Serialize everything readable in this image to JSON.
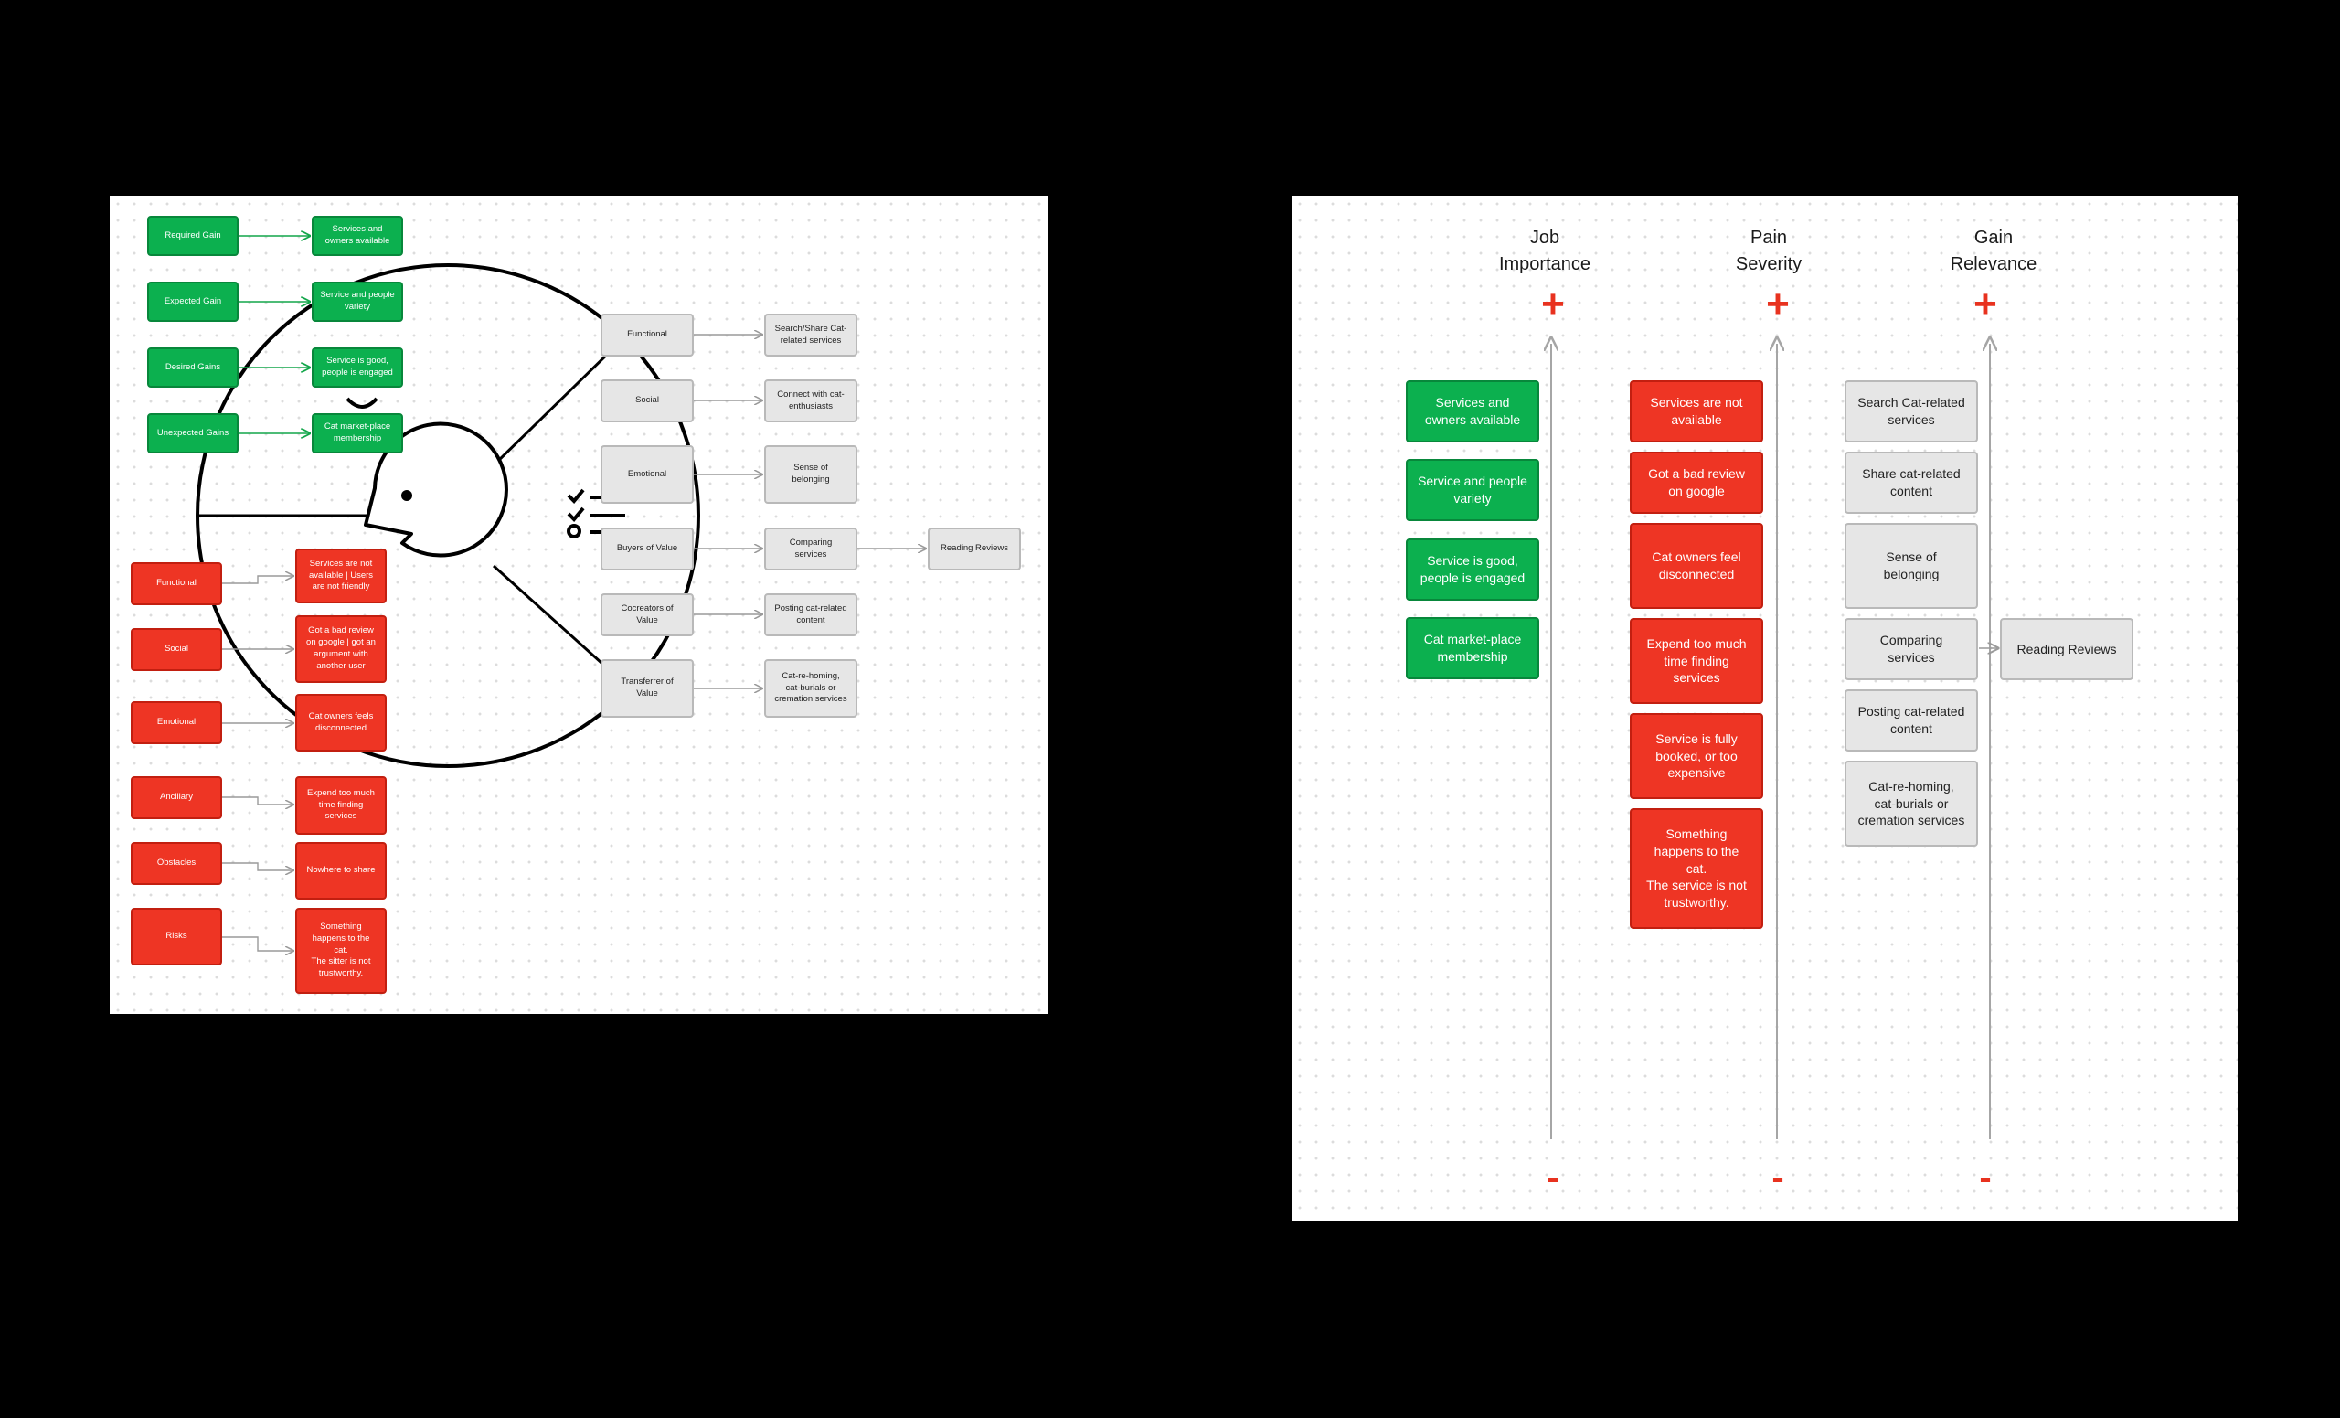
{
  "left_board": {
    "gains": [
      {
        "label": "Required Gain",
        "value": "Services and\nowners available"
      },
      {
        "label": "Expected Gain",
        "value": "Service and people\nvariety"
      },
      {
        "label": "Desired Gains",
        "value": "Service is good,\npeople is engaged"
      },
      {
        "label": "Unexpected Gains",
        "value": "Cat market-place\nmembership"
      }
    ],
    "pains": [
      {
        "label": "Functional",
        "value": "Services are not\navailable | Users\nare not friendly"
      },
      {
        "label": "Social",
        "value": "Got a bad review\non google | got an\nargument with\nanother user"
      },
      {
        "label": "Emotional",
        "value": "Cat owners feels\ndisconnected"
      },
      {
        "label": "Ancillary",
        "value": "Expend too much\ntime finding\nservices"
      },
      {
        "label": "Obstacles",
        "value": "Nowhere to share"
      },
      {
        "label": "Risks",
        "value": "Something\nhappens to the\ncat.\nThe sitter is not\ntrustworthy."
      }
    ],
    "jobs": [
      {
        "label": "Functional",
        "value": "Search/Share Cat-\nrelated services"
      },
      {
        "label": "Social",
        "value": "Connect with cat-\nenthusiasts"
      },
      {
        "label": "Emotional",
        "value": "Sense of\nbelonging"
      },
      {
        "label": "Buyers of Value",
        "value": "Comparing\nservices",
        "extra": "Reading Reviews"
      },
      {
        "label": "Cocreators of\nValue",
        "value": "Posting cat-related\ncontent"
      },
      {
        "label": "Transferrer of\nValue",
        "value": "Cat-re-homing,\ncat-burials or\ncremation services"
      }
    ]
  },
  "right_board": {
    "columns": [
      {
        "title": "Job\nImportance",
        "plus": "+",
        "minus": "-"
      },
      {
        "title": "Pain\nSeverity",
        "plus": "+",
        "minus": "-"
      },
      {
        "title": "Gain\nRelevance",
        "plus": "+",
        "minus": "-"
      }
    ],
    "job_cards": [
      "Services and\nowners available",
      "Service and people\nvariety",
      "Service is good,\npeople is engaged",
      "Cat market-place\nmembership"
    ],
    "pain_cards": [
      "Services are not\navailable",
      "Got a bad review\non google",
      "Cat owners feel\ndisconnected",
      "Expend too much\ntime finding\nservices",
      "Service is fully\nbooked, or too\nexpensive",
      "Something\nhappens to the\ncat.\nThe service is not\ntrustworthy."
    ],
    "gain_cards": [
      "Search Cat-related\nservices",
      "Share cat-related\ncontent",
      "Sense of\nbelonging",
      "Comparing\nservices",
      "Posting cat-related\ncontent",
      "Cat-re-homing,\ncat-burials or\ncremation services"
    ],
    "gain_extra": "Reading Reviews"
  },
  "colors": {
    "green": "#0cb04f",
    "red": "#ee3524",
    "gray": "#e6e6e6",
    "accent": "#e8321f"
  }
}
